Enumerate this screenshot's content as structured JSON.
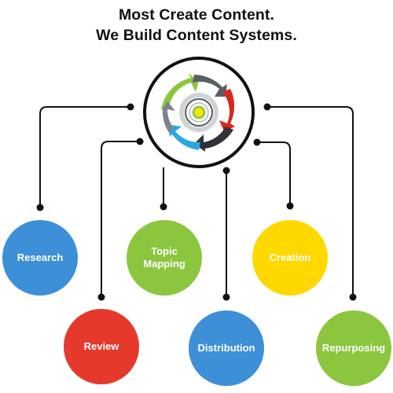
{
  "header": {
    "line1": "Most Create Content.",
    "line2": "We Build Content Systems."
  },
  "hub": {
    "icon": "cycle-logo-icon"
  },
  "nodes": [
    {
      "id": "research",
      "label": "Research",
      "color": "#3d8fd8"
    },
    {
      "id": "topic-mapping",
      "label": "Topic Mapping",
      "line1": "Topic",
      "line2": "Mapping",
      "color": "#8cc63f"
    },
    {
      "id": "creation",
      "label": "Creation",
      "color": "#ffd800"
    },
    {
      "id": "review",
      "label": "Review",
      "color": "#e5392b"
    },
    {
      "id": "distribution",
      "label": "Distribution",
      "color": "#3d8fd8"
    },
    {
      "id": "repurposing",
      "label": "Repurposing",
      "color": "#8cc63f"
    }
  ],
  "colors": {
    "connector": "#111111",
    "hub_ring": "#111111"
  }
}
